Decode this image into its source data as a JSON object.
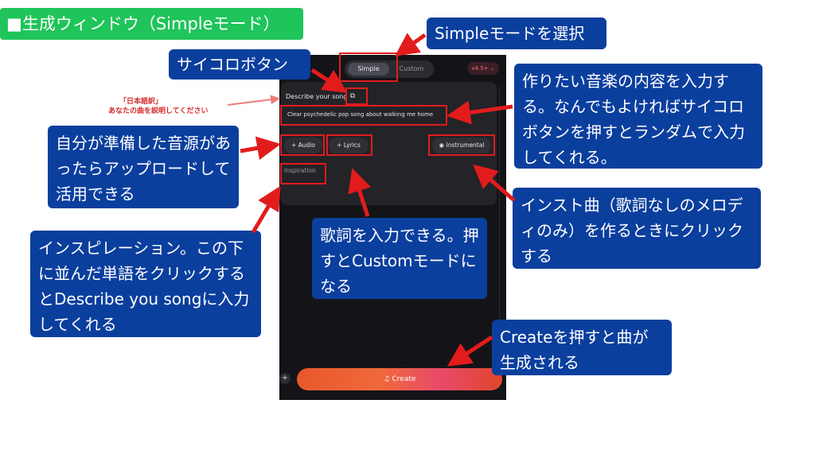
{
  "title": "■生成ウィンドウ（Simpleモード）",
  "callouts": {
    "simple_mode": "Simpleモードを選択",
    "dice_button": "サイコロボタン",
    "describe_input": "作りたい音楽の内容を入力する。なんでもよければサイコロボタンを押すとランダムで入力してくれる。",
    "audio_upload": "自分が準備した音源があったらアップロードして活用できる",
    "instrumental": "インスト曲（歌詞なしのメロディのみ）を作るときにクリックする",
    "lyrics": "歌詞を入力できる。押すとCustomモードになる",
    "inspiration": "インスピレーション。この下に並んだ単語をクリックするとDescribe you songに入力してくれる",
    "create": "Createを押すと曲が生成される"
  },
  "translation_note": {
    "heading": "「日本語訳」",
    "text": "あなたの曲を説明してください"
  },
  "app": {
    "tab_simple": "Simple",
    "tab_custom": "Custom",
    "version": "v4.5+ ⌄",
    "describe_label": "Describe your song",
    "describe_value": "Clear psychedelic pop song about walking me home",
    "audio_label": "+ Audio",
    "lyrics_label": "+ Lyrics",
    "instrumental_label": "Instrumental",
    "inspiration_label": "Inspiration",
    "plus_label": "+",
    "create_label": "Create"
  },
  "colors": {
    "callout_bg": "#0b3f9e",
    "title_bg": "#1fc45a",
    "highlight": "#e21c1c",
    "create_gradient": "#f0693a"
  }
}
